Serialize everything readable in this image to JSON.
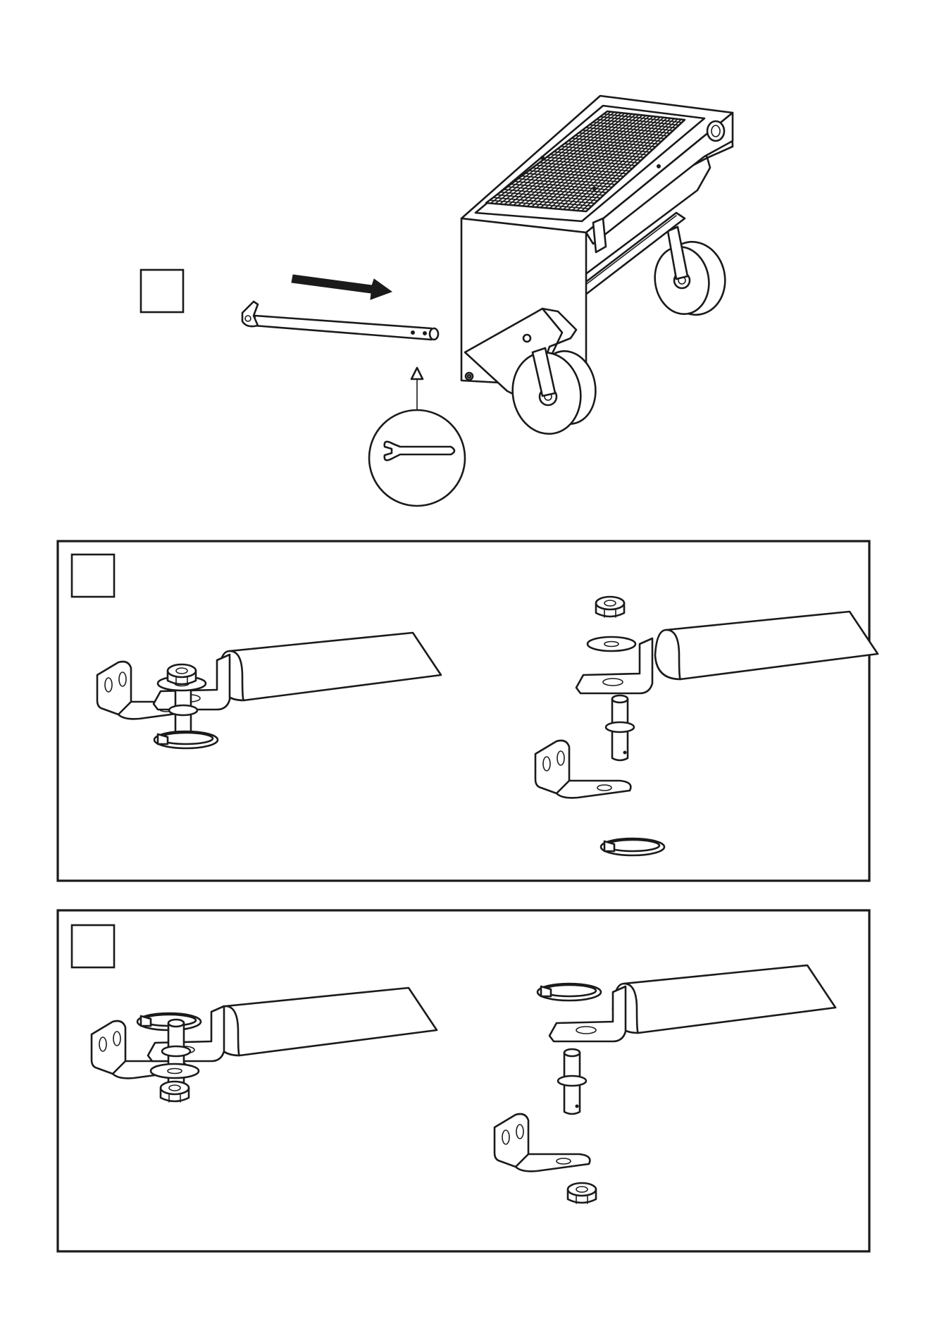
{
  "diagram": {
    "steps": [
      {
        "id": "step-1",
        "label": ""
      },
      {
        "id": "step-2",
        "label": ""
      },
      {
        "id": "step-3",
        "label": ""
      }
    ],
    "icons": {
      "insert_arrow": "arrow-right-icon",
      "tool_callout": "wrench-icon"
    },
    "colors": {
      "line": "#1a1a1a",
      "background": "#ffffff"
    }
  }
}
